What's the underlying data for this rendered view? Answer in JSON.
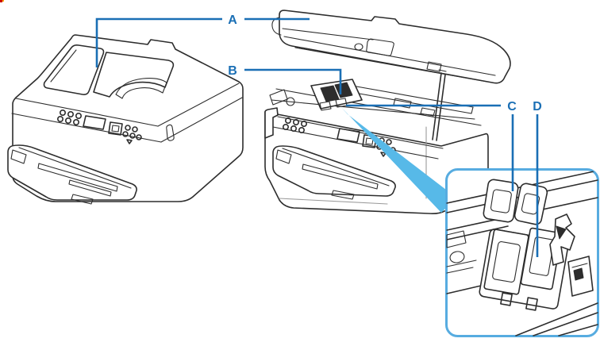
{
  "diagram": {
    "labels": {
      "A": "A",
      "B": "B",
      "C": "C",
      "D": "D"
    },
    "colors": {
      "callout": "#1a6fb5",
      "wedge": "#57b9e8",
      "inset_border": "#57ace0",
      "line_art": "#2d2d2d",
      "line_art_light": "#9a9a9a",
      "background": "#ffffff",
      "corner_mark_red": "#cc0000",
      "corner_mark_yellow": "#f5a300"
    }
  }
}
